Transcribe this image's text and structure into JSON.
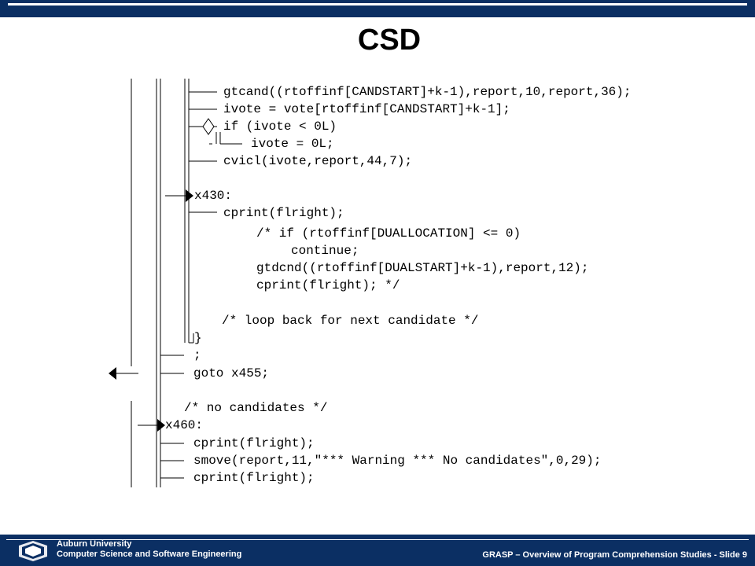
{
  "slide": {
    "title": "CSD"
  },
  "code_lines": [
    "gtcand((rtoffinf[CANDSTART]+k-1),report,10,report,36);",
    "ivote = vote[rtoffinf[CANDSTART]+k-1];",
    "if (ivote < 0L)",
    "ivote = 0L;",
    "cvicl(ivote,report,44,7);",
    "x430:",
    "cprint(flright);",
    "/* if (rtoffinf[DUALLOCATION] <= 0)",
    "continue;",
    "gtdcnd((rtoffinf[DUALSTART]+k-1),report,12);",
    "cprint(flright); */",
    "/* loop back for next candidate */",
    "}",
    ";",
    "goto x455;",
    "/* no candidates */",
    "x460:",
    "cprint(flright);",
    "smove(report,11,\"*** Warning *** No candidates\",0,29);",
    "cprint(flright);"
  ],
  "footer": {
    "university": "Auburn University",
    "department": "Computer Science and Software Engineering",
    "slide_info": "GRASP – Overview of Program Comprehension Studies - Slide 9"
  },
  "colors": {
    "bar": "#0b2f63",
    "text": "#000000"
  }
}
